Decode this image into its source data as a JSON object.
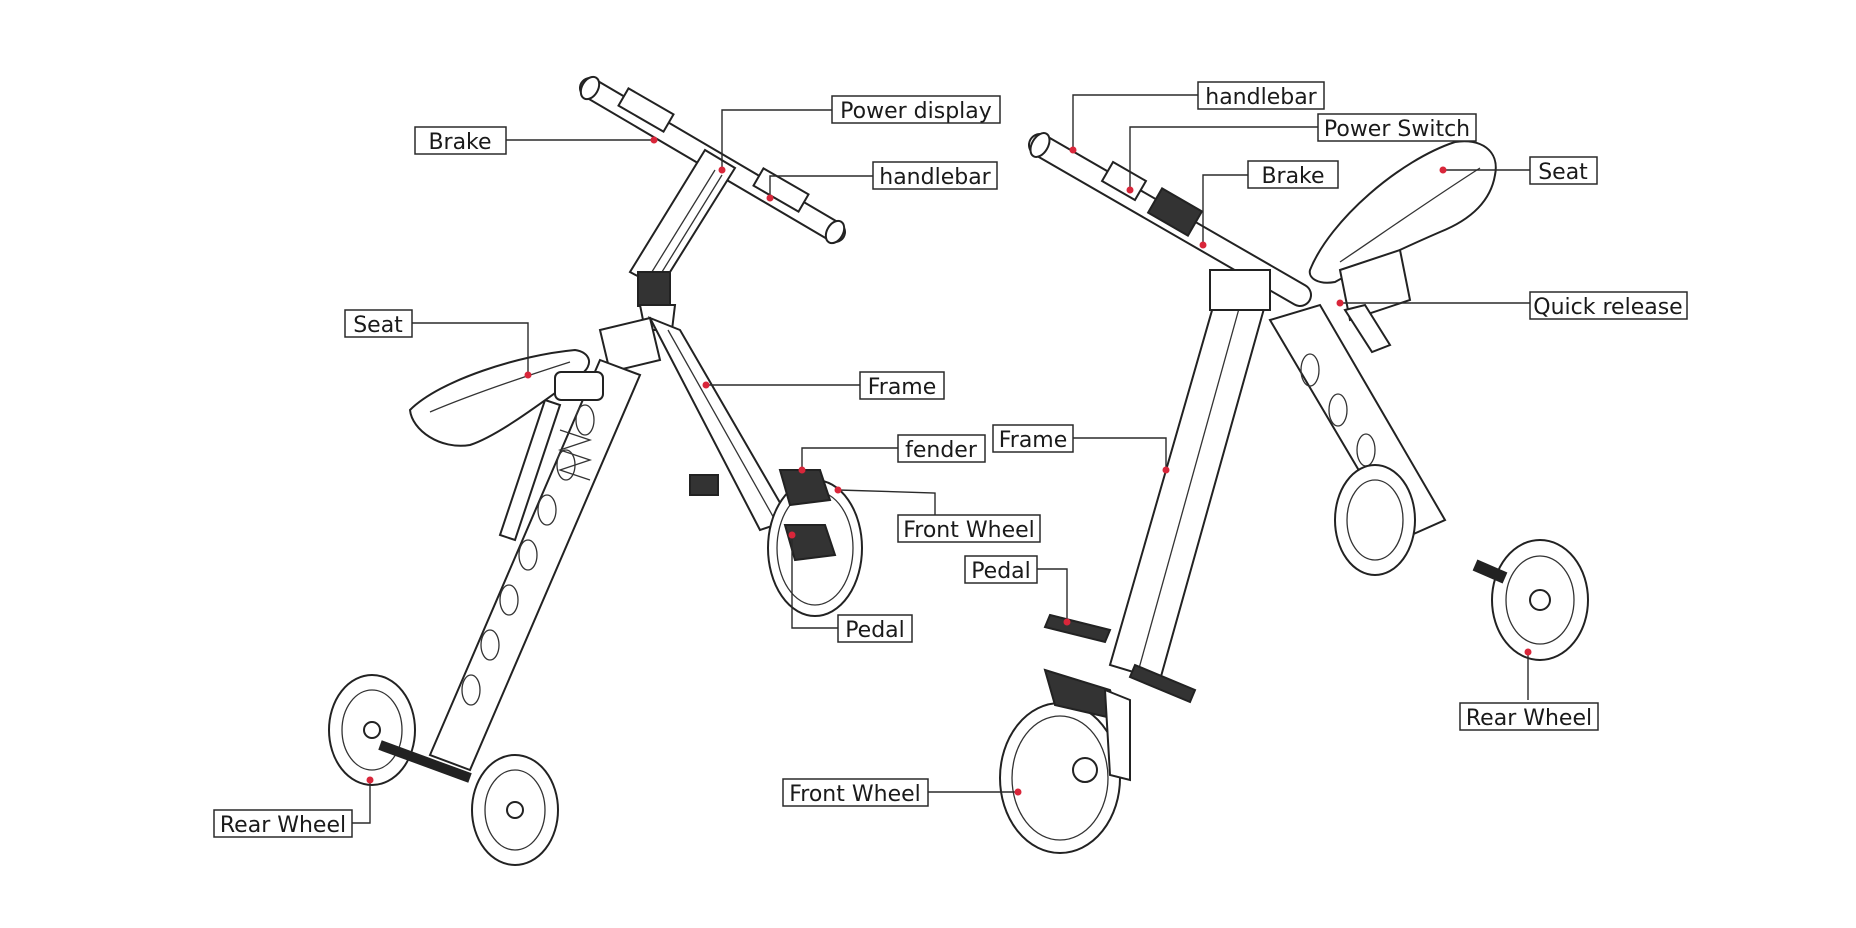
{
  "colors": {
    "accent": "#d9263a",
    "line": "#2a2a2a"
  },
  "left_bike": {
    "labels": {
      "brake": "Brake",
      "power_display": "Power display",
      "handlebar": "handlebar",
      "seat": "Seat",
      "frame": "Frame",
      "fender": "fender",
      "front_wheel": "Front Wheel",
      "pedal": "Pedal",
      "rear_wheel": "Rear Wheel"
    }
  },
  "right_bike": {
    "labels": {
      "handlebar": "handlebar",
      "power_switch": "Power Switch",
      "brake": "Brake",
      "seat": "Seat",
      "quick_release": "Quick release",
      "frame": "Frame",
      "pedal": "Pedal",
      "rear_wheel": "Rear Wheel",
      "front_wheel": "Front Wheel"
    }
  }
}
